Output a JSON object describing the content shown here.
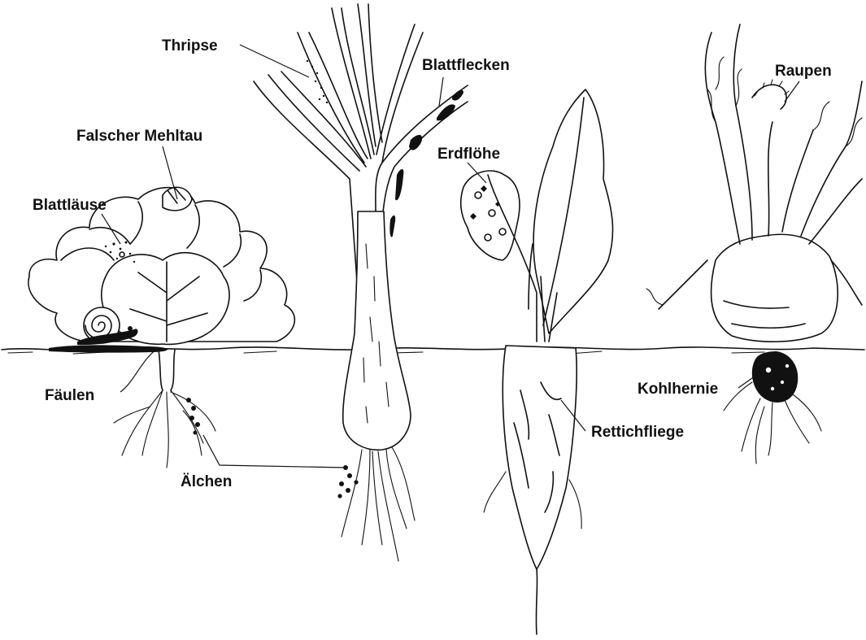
{
  "labels": {
    "thripse": "Thripse",
    "blattflecken": "Blattflecken",
    "raupen": "Raupen",
    "falscher_mehltau": "Falscher Mehltau",
    "erdfloehe": "Erdflöhe",
    "blattlaeuse": "Blattläuse",
    "faeulen": "Fäulen",
    "kohlhernie": "Kohlhernie",
    "rettichfliege": "Rettichfliege",
    "aelchen": "Älchen"
  },
  "plants": [
    "lettuce",
    "leek",
    "radish",
    "kohlrabi"
  ]
}
